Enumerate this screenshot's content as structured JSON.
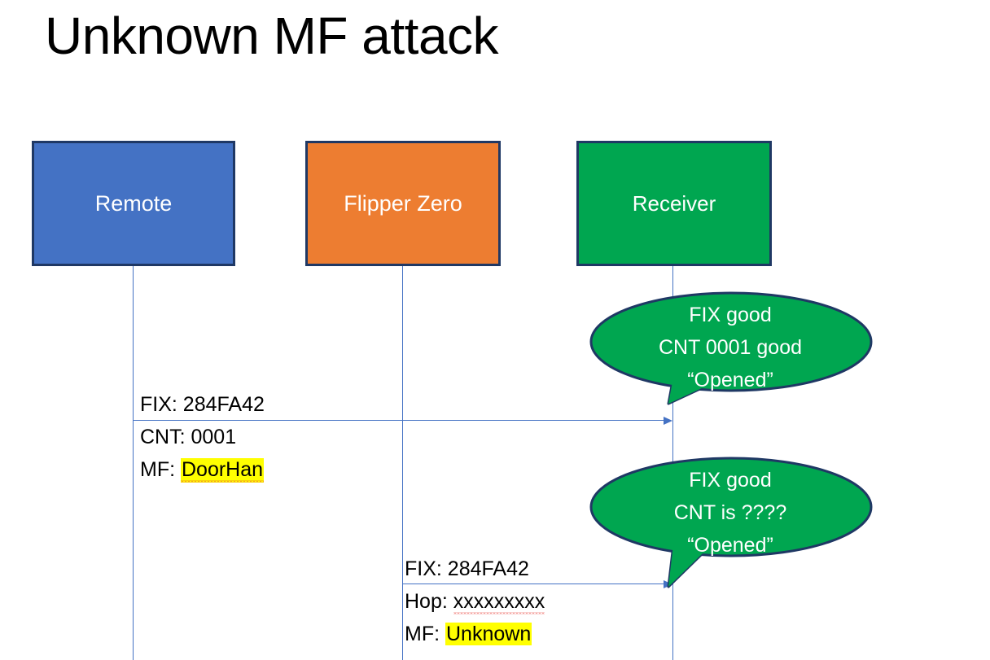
{
  "slide": {
    "title": "Unknown MF attack",
    "background": "#FFFFFF"
  },
  "colors": {
    "remote": "#4472C4",
    "flipper": "#ED7D31",
    "receiver": "#00A650",
    "box_border": "#1F3864",
    "arrow": "#4472C4",
    "highlight": "#FFFF00",
    "spellcheck_underline": "#E8403A",
    "text_dark": "#000000",
    "text_light": "#FFFFFF"
  },
  "actors": [
    {
      "id": "remote",
      "label": "Remote"
    },
    {
      "id": "flipper",
      "label": "Flipper Zero"
    },
    {
      "id": "receiver",
      "label": "Receiver"
    }
  ],
  "messages": [
    {
      "id": "msg-1",
      "from": "remote",
      "to": "receiver",
      "lines": [
        {
          "prefix": "FIX: ",
          "value": "284FA42",
          "highlight": false,
          "misspelled": false
        },
        {
          "prefix": "CNT: ",
          "value": "0001",
          "highlight": false,
          "misspelled": false
        },
        {
          "prefix": "MF: ",
          "value": "DoorHan",
          "highlight": true,
          "misspelled": true
        }
      ]
    },
    {
      "id": "msg-2",
      "from": "flipper",
      "to": "receiver",
      "lines": [
        {
          "prefix": "FIX: ",
          "value": "284FA42",
          "highlight": false,
          "misspelled": false
        },
        {
          "prefix": "Hop: ",
          "value": "xxxxxxxxx",
          "highlight": false,
          "misspelled": true
        },
        {
          "prefix": "MF: ",
          "value": "Unknown",
          "highlight": true,
          "misspelled": false
        }
      ]
    }
  ],
  "callouts": [
    {
      "id": "callout-1",
      "owner": "receiver",
      "lines": [
        "FIX good",
        "CNT 0001 good",
        "“Opened”"
      ]
    },
    {
      "id": "callout-2",
      "owner": "receiver",
      "lines": [
        "FIX good",
        "CNT is ????",
        "“Opened”"
      ]
    }
  ]
}
